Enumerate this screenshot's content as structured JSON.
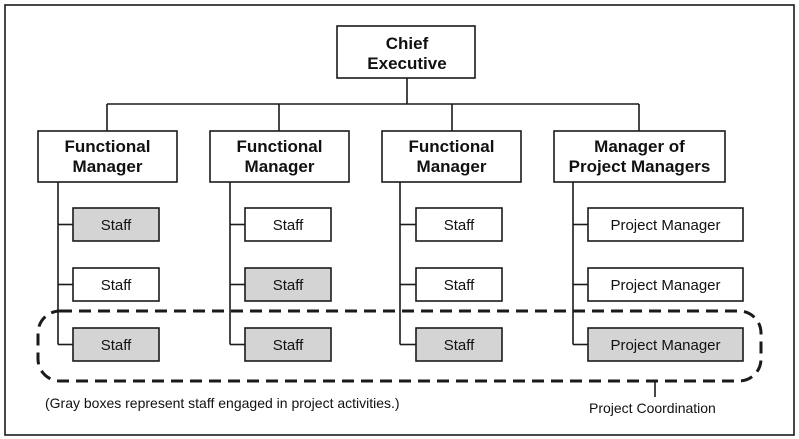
{
  "chief": {
    "line1": "Chief",
    "line2": "Executive"
  },
  "managers": [
    {
      "line1": "Functional",
      "line2": "Manager"
    },
    {
      "line1": "Functional",
      "line2": "Manager"
    },
    {
      "line1": "Functional",
      "line2": "Manager"
    },
    {
      "line1": "Manager of",
      "line2": "Project Managers"
    }
  ],
  "columns": [
    [
      {
        "label": "Staff",
        "engaged": true
      },
      {
        "label": "Staff",
        "engaged": false
      },
      {
        "label": "Staff",
        "engaged": true
      }
    ],
    [
      {
        "label": "Staff",
        "engaged": false
      },
      {
        "label": "Staff",
        "engaged": true
      },
      {
        "label": "Staff",
        "engaged": true
      }
    ],
    [
      {
        "label": "Staff",
        "engaged": false
      },
      {
        "label": "Staff",
        "engaged": false
      },
      {
        "label": "Staff",
        "engaged": true
      }
    ],
    [
      {
        "label": "Project Manager",
        "engaged": false
      },
      {
        "label": "Project Manager",
        "engaged": false
      },
      {
        "label": "Project Manager",
        "engaged": true
      }
    ]
  ],
  "note": "(Gray boxes represent staff engaged in project activities.)",
  "coordination_label": "Project Coordination"
}
